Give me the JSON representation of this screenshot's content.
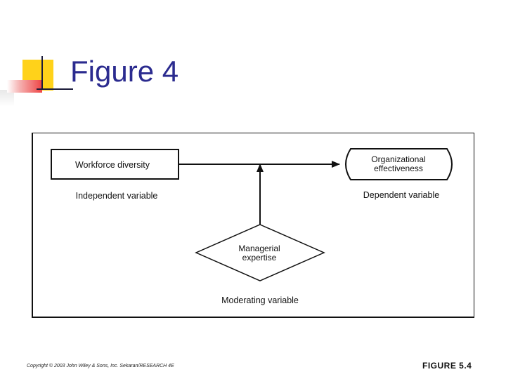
{
  "slide": {
    "title": "Figure 4"
  },
  "figure": {
    "independent_box": "Workforce diversity",
    "independent_caption": "Independent variable",
    "dependent_box_line1": "Organizational",
    "dependent_box_line2": "effectiveness",
    "dependent_caption": "Dependent variable",
    "moderator_line1": "Managerial",
    "moderator_line2": "expertise",
    "moderator_caption": "Moderating variable"
  },
  "footer": {
    "copyright": "Copyright © 2003 John Wiley & Sons, Inc.   Sekaran/RESEARCH 4E",
    "figure_number": "FIGURE 5.4"
  },
  "colors": {
    "title": "#2b2b8f",
    "accent_yellow": "#ffd21a",
    "accent_red": "#ee4444"
  }
}
